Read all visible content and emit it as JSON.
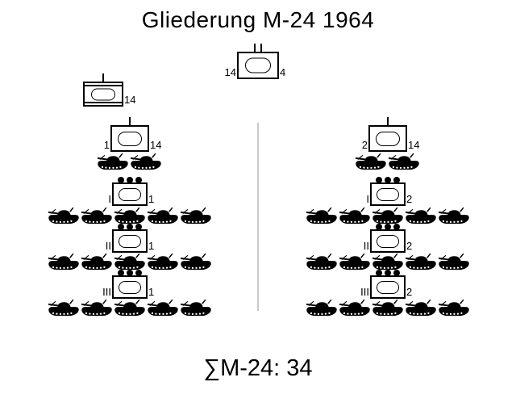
{
  "title": "Gliederung M-24 1964",
  "summary_label": "∑M-24: 34",
  "colors": {
    "ink": "#000000",
    "divider": "#c9c9c9",
    "background": "#ffffff"
  },
  "icons": {
    "tank": "tank-icon",
    "company_tick": "echelon-tick-icon",
    "platoon_dots": "platoon-dots-icon"
  },
  "battalion": {
    "echelon_ticks": 2,
    "left_label": "14",
    "right_label": "4"
  },
  "staff_company": {
    "echelon_ticks": 1,
    "right_label": "14"
  },
  "companies": [
    {
      "echelon_ticks": 1,
      "left_label": "1",
      "right_label": "14",
      "tank_count": 2,
      "platoons": [
        {
          "dots": 3,
          "left_label": "I",
          "right_label": "1",
          "tank_count": 5
        },
        {
          "dots": 3,
          "left_label": "II",
          "right_label": "1",
          "tank_count": 5
        },
        {
          "dots": 3,
          "left_label": "III",
          "right_label": "1",
          "tank_count": 5
        }
      ]
    },
    {
      "echelon_ticks": 1,
      "left_label": "2",
      "right_label": "14",
      "tank_count": 2,
      "platoons": [
        {
          "dots": 3,
          "left_label": "I",
          "right_label": "2",
          "tank_count": 5
        },
        {
          "dots": 3,
          "left_label": "II",
          "right_label": "2",
          "tank_count": 5
        },
        {
          "dots": 3,
          "left_label": "III",
          "right_label": "2",
          "tank_count": 5
        }
      ]
    }
  ],
  "total_tanks": 34
}
